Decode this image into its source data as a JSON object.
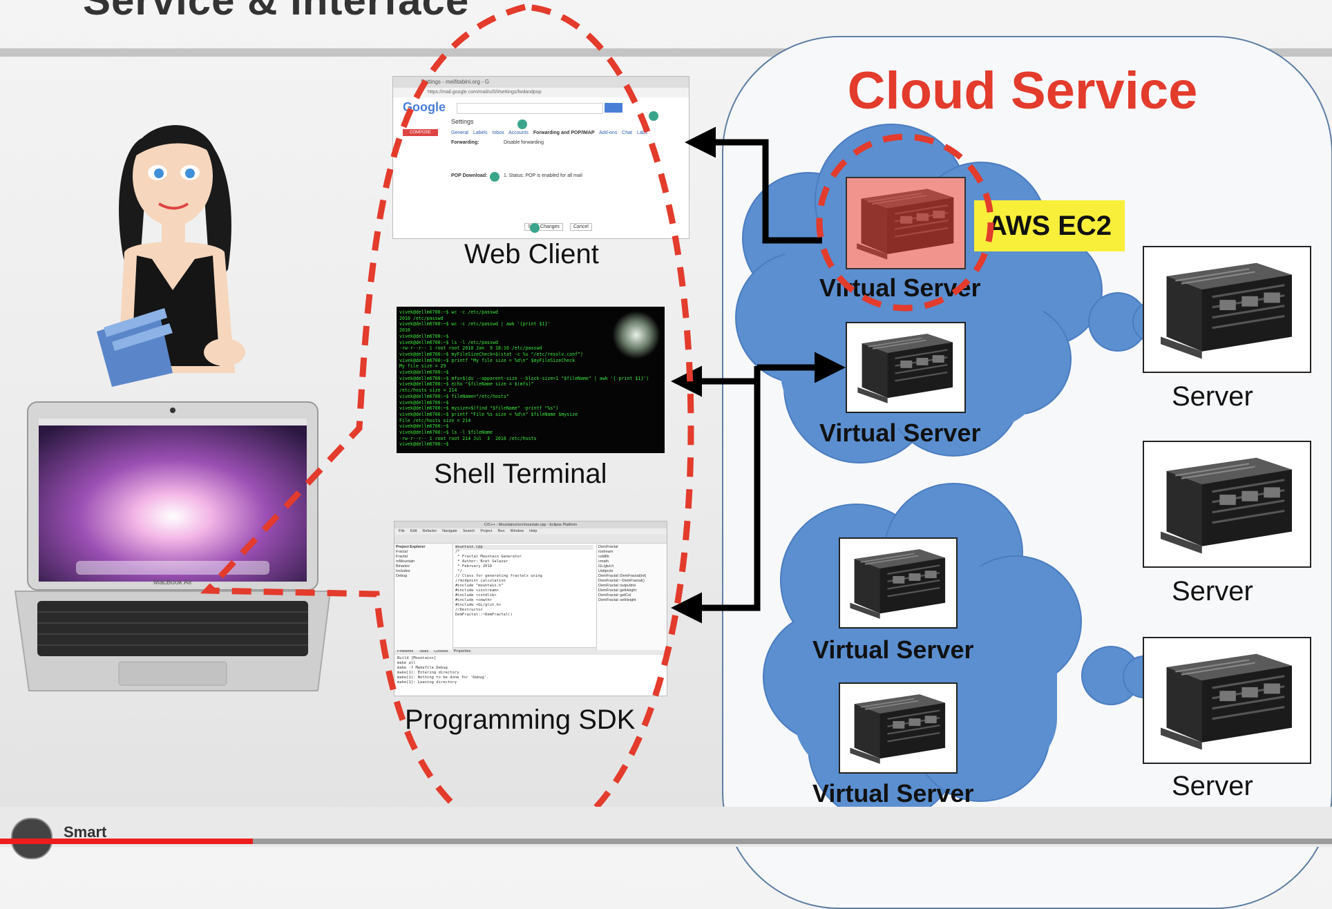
{
  "slide": {
    "partial_title": "Service & Interface"
  },
  "cloud": {
    "title": "Cloud Service",
    "badge": "AWS EC2",
    "virtual_server_label": "Virtual Server",
    "server_label": "Server"
  },
  "clients": {
    "web": "Web Client",
    "shell": "Shell Terminal",
    "sdk": "Programming SDK"
  },
  "web_client_shot": {
    "tab": "Settings - meifitabini.org - G",
    "url": "https://mail.google.com/mail/u/0/#settings/fwdandpop",
    "logo": "Google",
    "settings": "Settings",
    "compose": "COMPOSE",
    "tabs": [
      "General",
      "Labels",
      "Inbox",
      "Accounts",
      "Forwarding and POP/IMAP",
      "Add-ons",
      "Chat",
      "Labs"
    ],
    "forwarding": "Forwarding:",
    "disable_forwarding": "Disable forwarding",
    "pop_download": "POP Download:",
    "status": "1. Status: POP is enabled for all mail",
    "save": "Save Changes",
    "cancel": "Cancel"
  },
  "terminal_lines": [
    "vivek@dellm6700:~$ wc -c /etc/passwd",
    "2010 /etc/passwd",
    "vivek@dellm6700:~$ wc -c /etc/passwd | awk '{print $1}'",
    "2010",
    "vivek@dellm6700:~$",
    "vivek@dellm6700:~$ ls -l /etc/passwd",
    "-rw-r--r-- 1 root root 2010 Jan  9 18:16 /etc/passwd",
    "vivek@dellm6700:~$ myFileSizeCheck=$(stat -c %s \"/etc/resolv.conf\")",
    "vivek@dellm6700:~$ printf \"My file size = %d\\n\" $myFileSizeCheck",
    "My file size = 29",
    "vivek@dellm6700:~$",
    "vivek@dellm6700:~$ mfs=$(du --apparent-size --block-size=1 \"$fileName\" | awk '{ print $1}')",
    "vivek@dellm6700:~$ echo \"$fileName size = $(mfs)\"",
    "/etc/hosts size = 214",
    "vivek@dellm6700:~$ fileName=\"/etc/hosts\"",
    "vivek@dellm6700:~$",
    "vivek@dellm6700:~$ mysize=$(find \"$fileName\" -printf \"%s\")",
    "vivek@dellm6700:~$ printf \"File %s size = %d\\n\" $fileName $mysize",
    "File /etc/hosts size = 214",
    "vivek@dellm6700:~$",
    "vivek@dellm6700:~$ ls -l $fileName",
    "-rw-r--r-- 1 root root 214 Jul  3  2016 /etc/hosts",
    "vivek@dellm6700:~$"
  ],
  "sdk_shot": {
    "title": "C/C++ - Mountains/src/mountain.cpp - Eclipse Platform",
    "menu": [
      "File",
      "Edit",
      "Refactor",
      "Navigate",
      "Search",
      "Project",
      "Run",
      "Window",
      "Help"
    ],
    "explorer_title": "Project Explorer",
    "explorer_items": [
      "Fractal",
      "Fractal",
      "mMountain",
      "Binaries",
      "Includes",
      "Debug"
    ],
    "editor_tab": "mountain.cpp",
    "code_lines": [
      "/*",
      " * Fractal Mountain Generator",
      " * Author: Bret Salazar",
      " * February 2010",
      " */",
      "",
      "// Class for generating fractals using",
      "//midpoint calculation",
      "",
      "#include \"mountain.h\"",
      "#include <iostream>",
      "#include <cstdlib>",
      "#include <cmath>",
      "#include <GL/glut.h>",
      "",
      "//Destructor",
      "",
      "DemFractal::~DemFractal()"
    ],
    "outline_items": [
      "DemFractal",
      "Iostream",
      "cstdlib",
      "cmath",
      "GL/glut.h",
      "Uobjects",
      "DemFractal::DemFractal(int)",
      "DemFractal::~DemFractal()",
      "DemFractal::outputtrie",
      "DemFractal::getHeight",
      "DemFractal::getCol",
      "DemFractal::setHeight"
    ],
    "console_tabs": [
      "Problems",
      "Tasks",
      "Console",
      "Properties"
    ],
    "console_lines": [
      "Build [Mountains]",
      "make all",
      "make -f Makefile Debug",
      "make[1]: Entering directory",
      "make[1]: Nothing to be done for 'Debug'.",
      "make[1]: Leaving directory"
    ]
  },
  "laptop": {
    "brand": "MacBook Air"
  },
  "channel": {
    "name": "Smart"
  },
  "video": {
    "progress": 0.19
  },
  "colors": {
    "accent_red": "#e33b2c",
    "cloud_blue": "#5b8fd0",
    "badge_yellow": "#f7ef3a",
    "arrow": "#000000"
  }
}
